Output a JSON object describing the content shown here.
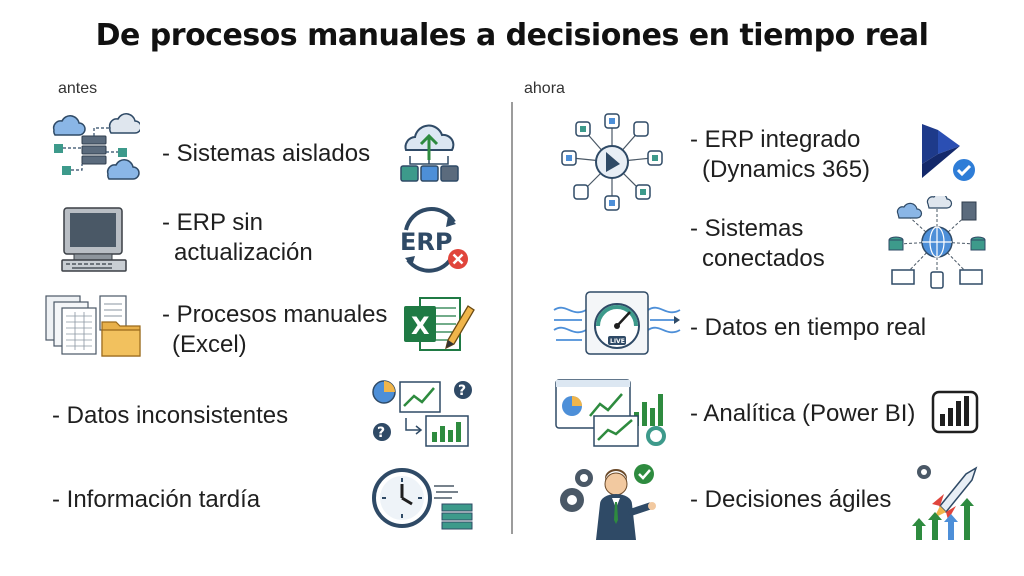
{
  "title": "De procesos manuales a decisiones en tiempo real",
  "columns": {
    "before_label": "antes",
    "after_label": "ahora"
  },
  "before": [
    {
      "text": "- Sistemas aislados",
      "icon_left": "isolated-network-icon",
      "icon_right": "cloud-upload-icon"
    },
    {
      "line1": "- ERP sin",
      "line2": "actualización",
      "icon_left": "old-computer-icon",
      "icon_right": "erp-error-icon",
      "icon_text": "ERP"
    },
    {
      "line1": "- Procesos manuales",
      "line2": "(Excel)",
      "icon_left": "spreadsheet-files-icon",
      "icon_right": "excel-icon",
      "icon_text": "X"
    },
    {
      "text": "- Datos inconsistentes",
      "icon_right": "inconsistent-charts-icon"
    },
    {
      "text": "- Información tardía",
      "icon_right": "clock-icon"
    }
  ],
  "after": [
    {
      "line1": "- ERP integrado",
      "line2": "(Dynamics 365)",
      "icon_left": "integration-hub-icon",
      "icon_right": "dynamics-logo-icon"
    },
    {
      "line1": "- Sistemas",
      "line2": "conectados",
      "icon_right": "connected-systems-icon"
    },
    {
      "text": "- Datos en tiempo real",
      "icon_left": "realtime-gauge-icon",
      "icon_text": "LIVE"
    },
    {
      "text": "- Analítica (Power BI)",
      "icon_left": "analytics-dashboard-icon",
      "icon_right": "power-bi-icon"
    },
    {
      "text": "- Decisiones ágiles",
      "icon_left": "businessman-icon",
      "icon_right": "rocket-growth-icon"
    }
  ],
  "colors": {
    "navy": "#2f4a66",
    "blue": "#4d8fd8",
    "teal": "#3d9a8b",
    "green": "#2e8b3f",
    "red": "#e0453c",
    "excel": "#1f7a44"
  }
}
